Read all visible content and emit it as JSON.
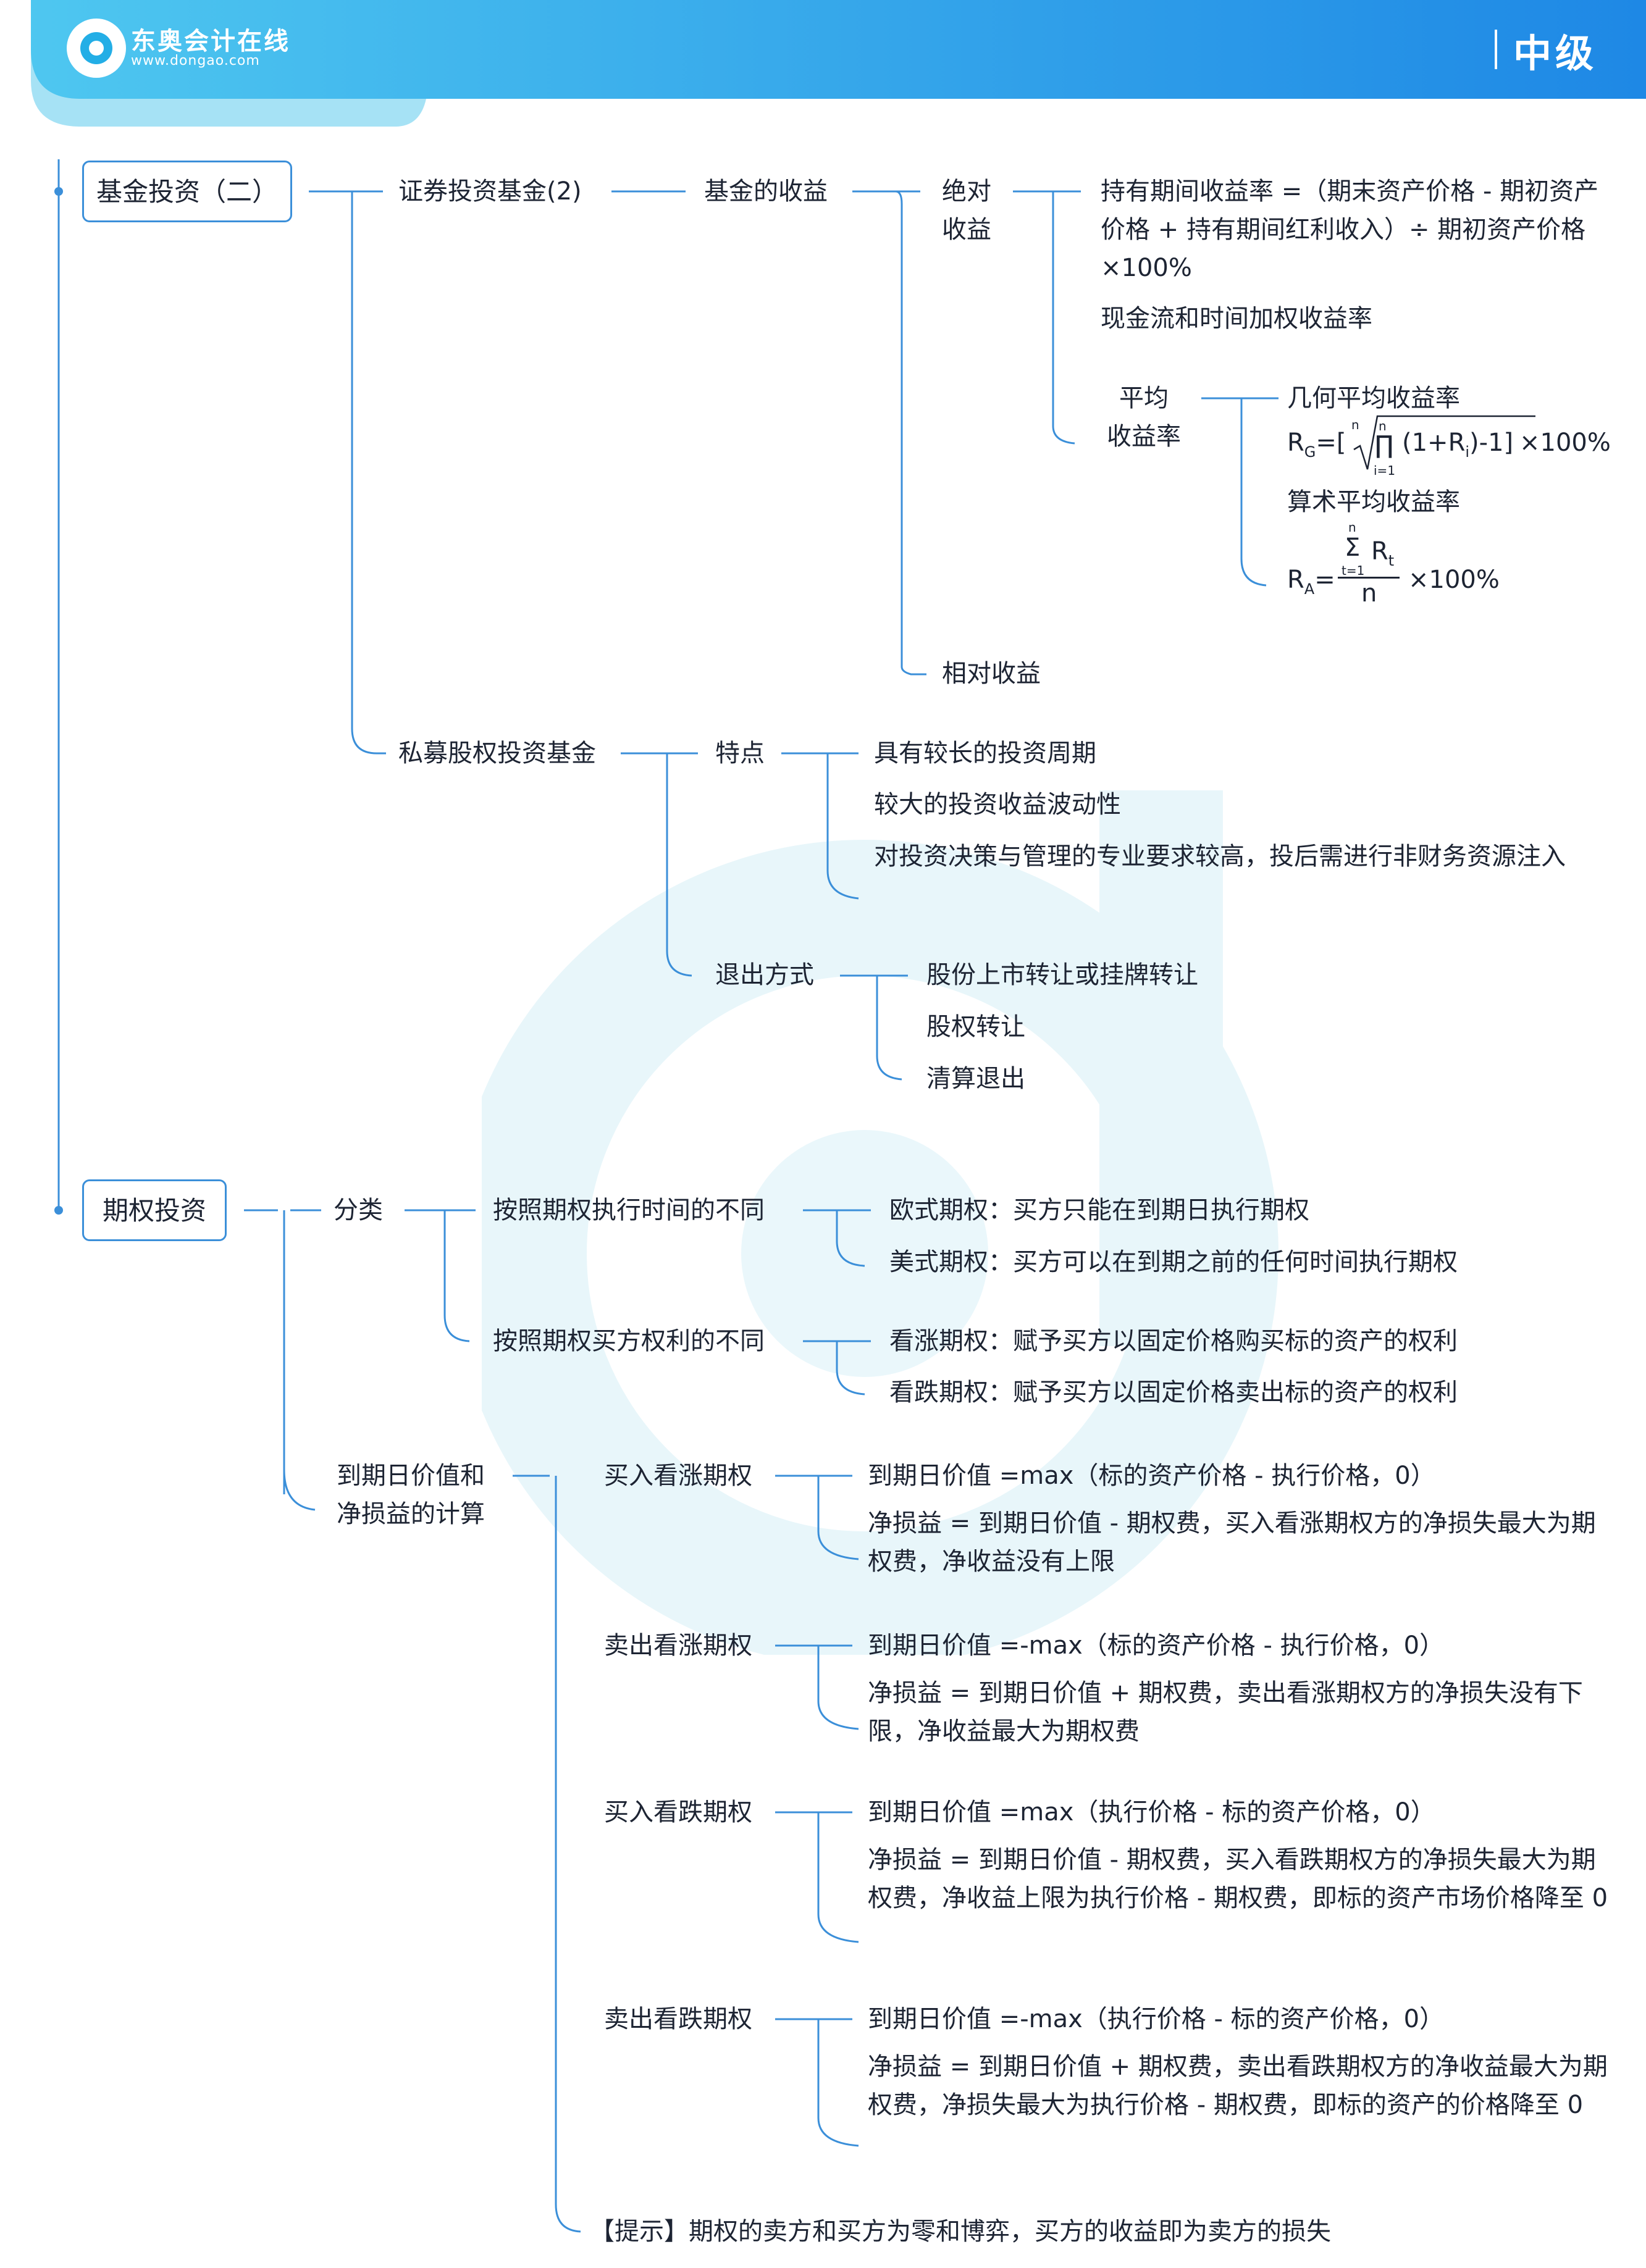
{
  "header": {
    "brand_name": "东奥会计在线",
    "brand_url": "www.dongao.com",
    "level": "中级"
  },
  "section1": {
    "root": "基金投资（二）",
    "branch_a": "证券投资基金(2)",
    "fund_income": "基金的收益",
    "absolute_income": "绝对\n收益",
    "holding_rate": "持有期间收益率 =（期末资产价格 - 期初资产价格 + 持有期间红利收入）÷ 期初资产价格 ×100%",
    "cashflow_rate": "现金流和时间加权收益率",
    "avg_rate": "平均\n收益率",
    "geo_avg": "几何平均收益率",
    "geo_formula": {
      "lhs": "R",
      "lhs_sub": "G",
      "eq": "=",
      "open": "[",
      "root_index": "n",
      "prod_top": "n",
      "prod_sym": "∏",
      "prod_bottom": "i=1",
      "term": "(1+R",
      "term_sub": "i",
      "term_end": ")-1",
      "close": "]",
      "times": "×100%"
    },
    "arith_avg": "算术平均收益率",
    "arith_formula": {
      "lhs": "R",
      "lhs_sub": "A",
      "eq": "=",
      "sum_top": "n",
      "sum_sym": "Σ",
      "sum_bottom": "t=1",
      "num": "R",
      "num_sub": "t",
      "den": "n",
      "times": "×100%"
    },
    "relative_income": "相对收益",
    "branch_b": "私募股权投资基金",
    "features": "特点",
    "feature_items": [
      "具有较长的投资周期",
      "较大的投资收益波动性",
      "对投资决策与管理的专业要求较高，投后需进行非财务资源注入"
    ],
    "exit": "退出方式",
    "exit_items": [
      "股份上市转让或挂牌转让",
      "股权转让",
      "清算退出"
    ]
  },
  "section2": {
    "root": "期权投资",
    "classify": "分类",
    "by_time": "按照期权执行时间的不同",
    "by_time_items": [
      "欧式期权：买方只能在到期日执行期权",
      "美式期权：买方可以在到期之前的任何时间执行期权"
    ],
    "by_right": "按照期权买方权利的不同",
    "by_right_items": [
      "看涨期权：赋予买方以固定价格购买标的资产的权利",
      "看跌期权：赋予买方以固定价格卖出标的资产的权利"
    ],
    "calc": "到期日价值和\n净损益的计算",
    "positions": [
      {
        "name": "买入看涨期权",
        "value": "到期日价值 =max（标的资产价格 - 执行价格，0）",
        "pnl": "净损益 = 到期日价值 - 期权费，买入看涨期权方的净损失最大为期权费，净收益没有上限"
      },
      {
        "name": "卖出看涨期权",
        "value": "到期日价值 =-max（标的资产价格 - 执行价格，0）",
        "pnl": "净损益 = 到期日价值 + 期权费，卖出看涨期权方的净损失没有下限，净收益最大为期权费"
      },
      {
        "name": "买入看跌期权",
        "value": "到期日价值 =max（执行价格 - 标的资产价格，0）",
        "pnl": "净损益 = 到期日价值 - 期权费，买入看跌期权方的净损失最大为期权费，净收益上限为执行价格 - 期权费，即标的资产市场价格降至 0"
      },
      {
        "name": "卖出看跌期权",
        "value": "到期日价值 =-max（执行价格 - 标的资产价格，0）",
        "pnl": "净损益 = 到期日价值 + 期权费，卖出看跌期权方的净收益最大为期权费，净损失最大为执行价格 - 期权费，即标的资产的价格降至 0"
      }
    ],
    "tip": "【提示】期权的卖方和买方为零和博弈，买方的收益即为卖方的损失"
  },
  "colors": {
    "accent": "#3b8fd9",
    "header_start": "#4fc8f0",
    "header_end": "#1e88e5",
    "watermark": "#dff3f8"
  }
}
